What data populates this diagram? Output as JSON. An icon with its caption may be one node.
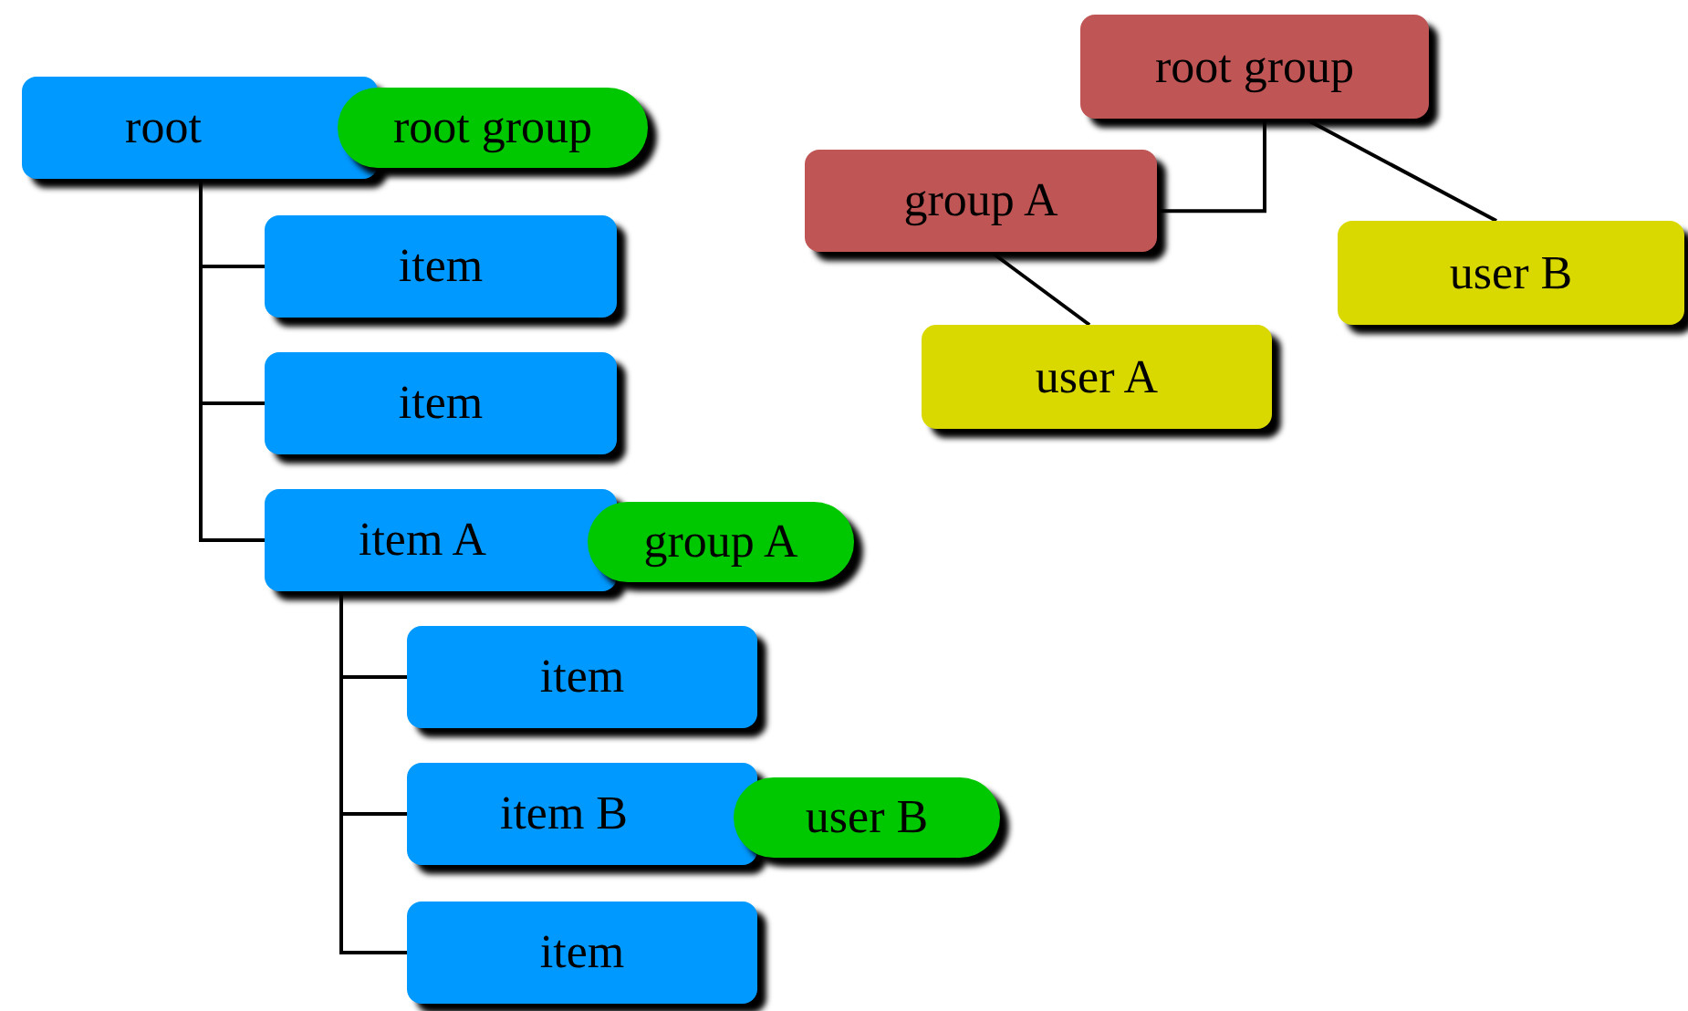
{
  "diagram": {
    "nodes": [
      {
        "text": [
          "root"
        ]
      },
      {
        "text": [
          "root group"
        ]
      },
      {
        "text": [
          "item"
        ]
      },
      {
        "text": [
          "item"
        ]
      },
      {
        "text": [
          "item A"
        ]
      },
      {
        "text": [
          "group A"
        ]
      },
      {
        "text": [
          "item"
        ]
      },
      {
        "text": [
          "item B"
        ]
      },
      {
        "text": [
          "user B"
        ]
      },
      {
        "text": [
          "item"
        ]
      },
      {
        "text": [
          "root group"
        ]
      },
      {
        "text": [
          "group A"
        ]
      },
      {
        "text": [
          "user B"
        ]
      },
      {
        "text": [
          "user A"
        ]
      }
    ],
    "edges": [
      {
        "from": 0,
        "to": 2,
        "arrow": "none"
      },
      {
        "from": 0,
        "to": 3,
        "arrow": "none"
      },
      {
        "from": 0,
        "to": 4,
        "arrow": "none"
      },
      {
        "from": 4,
        "to": 6,
        "arrow": "none"
      },
      {
        "from": 4,
        "to": 7,
        "arrow": "none"
      },
      {
        "from": 4,
        "to": 9,
        "arrow": "none"
      },
      {
        "from": 10,
        "to": 11,
        "arrow": "none"
      },
      {
        "from": 10,
        "to": 12,
        "arrow": "none"
      },
      {
        "from": 11,
        "to": 13,
        "arrow": "none"
      }
    ]
  }
}
